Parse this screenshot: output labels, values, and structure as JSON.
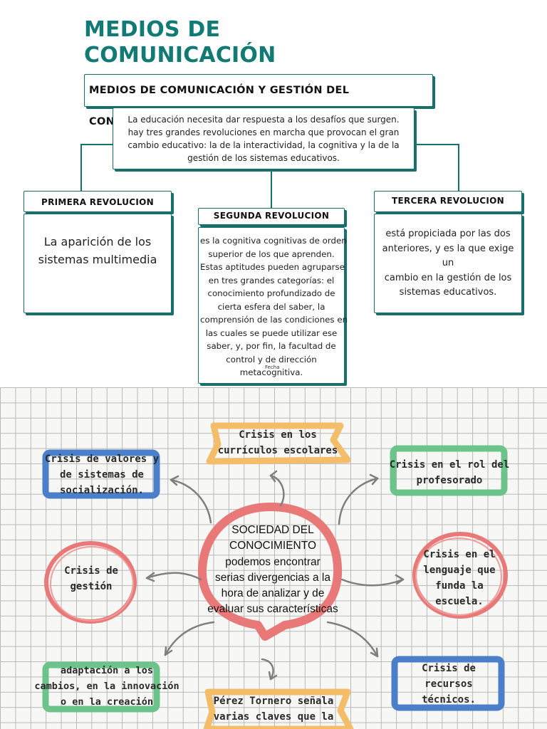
{
  "title": {
    "line1": "MEDIOS DE",
    "line2": "COMUNICACIÓN"
  },
  "main_header": "MEDIOS DE COMUNICACIÓN Y GESTIÓN DEL CONOCIMIENTO",
  "intro": {
    "lines": [
      "La educación necesita dar respuesta a los desafíos que surgen.",
      "hay tres grandes revoluciones en marcha que provocan el gran",
      "cambio educativo: la de la interactividad, la cognitiva y la de la",
      "gestión de los sistemas educativos."
    ]
  },
  "revoluciones": [
    {
      "title": "PRIMERA REVOLUCION",
      "lines": [
        "La aparición de los",
        "sistemas multimedia"
      ]
    },
    {
      "title": "SEGUNDA REVOLUCION",
      "lines": [
        "es la cognitiva cognitivas de orden",
        "superior de los que aprenden.",
        "Estas aptitudes pueden agruparse",
        "en tres grandes categorías: el",
        "conocimiento profundizado de",
        "cierta esfera del saber, la",
        "comprensión de las condiciones en",
        "las cuales se puede utilizar ese",
        "saber, y, por fin, la facultad de",
        "control y de dirección",
        "metacognitiva."
      ]
    },
    {
      "title": "TERCERA REVOLUCION",
      "lines": [
        "está propiciada por las dos",
        "anteriores, y es la que exige un",
        "cambio en la gestión de los",
        "sistemas educativos."
      ]
    }
  ],
  "small_label": "Fecha",
  "map": {
    "center": {
      "lines": [
        "SOCIEDAD DEL",
        "CONOCIMIENTO",
        "podemos encontrar",
        "serias divergencias a la",
        "hora de analizar y de",
        "evaluar sus características"
      ]
    },
    "nodes": {
      "curriculos": [
        "Crisis en los",
        "currículos escolares"
      ],
      "valores": [
        "Crisis de valores y",
        "de sistemas de",
        "socialización."
      ],
      "profesorado": [
        "Crisis en el rol del",
        "profesorado"
      ],
      "gestion": [
        "Crisis de",
        "gestión"
      ],
      "lenguaje": [
        "Crisis en el",
        "lenguaje que",
        "funda la",
        "escuela."
      ],
      "adaptacion": [
        "adaptación a los",
        "cambios, en la innovación",
        "o en la creación"
      ],
      "recursos": [
        "Crisis de",
        "recursos",
        "técnicos."
      ],
      "perez": [
        "Pérez Tornero señala",
        "varias claves que la"
      ]
    },
    "colors": {
      "blue": "#4a7fc9",
      "green": "#6cc48a",
      "red": "#e56a6a",
      "orange": "#f2b560",
      "teal": "#17706c"
    }
  }
}
